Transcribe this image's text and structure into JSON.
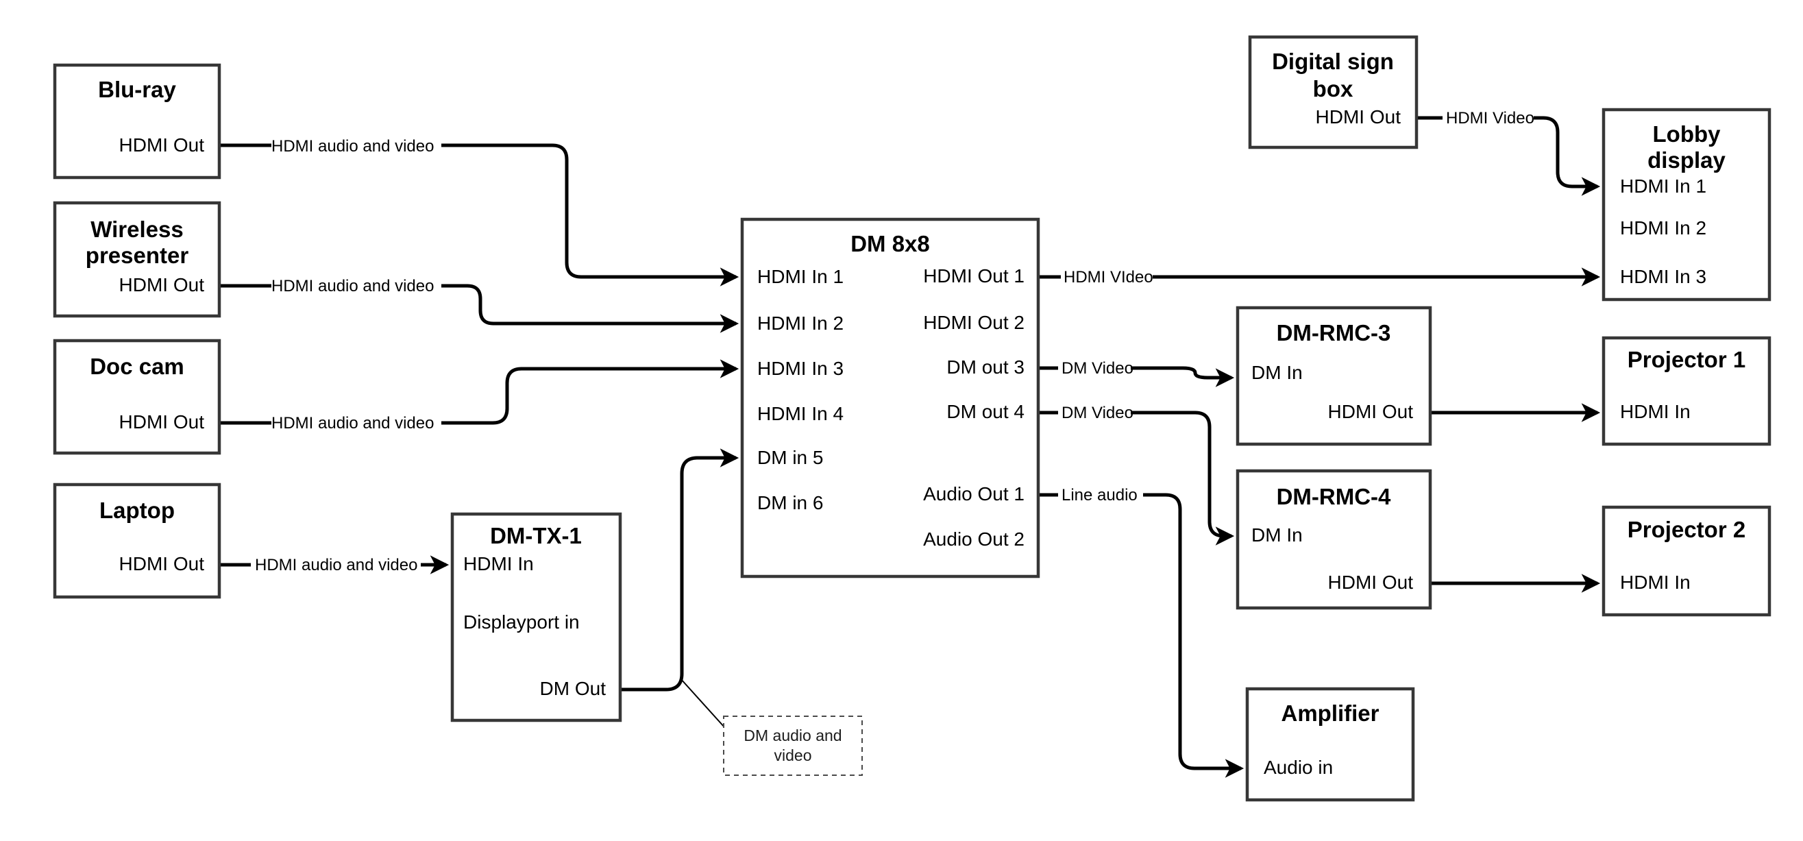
{
  "diagram": {
    "nodes": {
      "bluray": {
        "title": "Blu-ray",
        "port_hdmi_out": "HDMI Out"
      },
      "wireless_presenter": {
        "title_line1": "Wireless",
        "title_line2": "presenter",
        "port_hdmi_out": "HDMI Out"
      },
      "doc_cam": {
        "title": "Doc cam",
        "port_hdmi_out": "HDMI Out"
      },
      "laptop": {
        "title": "Laptop",
        "port_hdmi_out": "HDMI Out"
      },
      "dm_tx_1": {
        "title": "DM-TX-1",
        "port_hdmi_in": "HDMI In",
        "port_displayport_in": "Displayport in",
        "port_dm_out": "DM Out"
      },
      "dm_8x8": {
        "title": "DM 8x8",
        "inputs": [
          "HDMI In 1",
          "HDMI In 2",
          "HDMI In 3",
          "HDMI In 4",
          "DM in 5",
          "DM in 6"
        ],
        "outputs": [
          "HDMI Out 1",
          "HDMI Out 2",
          "DM out 3",
          "DM out 4",
          "Audio Out 1",
          "Audio Out 2"
        ]
      },
      "digital_sign_box": {
        "title_line1": "Digital sign",
        "title_line2": "box",
        "port_hdmi_out": "HDMI Out"
      },
      "lobby_display": {
        "title_line1": "Lobby",
        "title_line2": "display",
        "inputs": [
          "HDMI In 1",
          "HDMI In 2",
          "HDMI In 3"
        ]
      },
      "dm_rmc_3": {
        "title": "DM-RMC-3",
        "port_dm_in": "DM In",
        "port_hdmi_out": "HDMI Out"
      },
      "projector_1": {
        "title": "Projector 1",
        "port_hdmi_in": "HDMI In"
      },
      "dm_rmc_4": {
        "title": "DM-RMC-4",
        "port_dm_in": "DM In",
        "port_hdmi_out": "HDMI Out"
      },
      "projector_2": {
        "title": "Projector 2",
        "port_hdmi_in": "HDMI In"
      },
      "amplifier": {
        "title": "Amplifier",
        "port_audio_in": "Audio in"
      }
    },
    "wire_labels": {
      "bluray_to_dm8x8": "HDMI audio and video",
      "wireless_to_dm8x8": "HDMI audio and video",
      "doccam_to_dm8x8": "HDMI audio and video",
      "laptop_to_dmtx1": "HDMI audio and video",
      "hdmi_out1_to_lobby": "HDMI VIdeo",
      "sign_to_lobby": "HDMI Video",
      "dm_out3_to_rmc3": "DM Video",
      "dm_out4_to_rmc4": "DM Video",
      "audio_out1_to_amp": "Line audio"
    },
    "callout": {
      "line1": "DM audio and",
      "line2": "video"
    },
    "colors": {
      "wire": "#000000",
      "box_border": "#373737",
      "background": "#ffffff"
    }
  }
}
